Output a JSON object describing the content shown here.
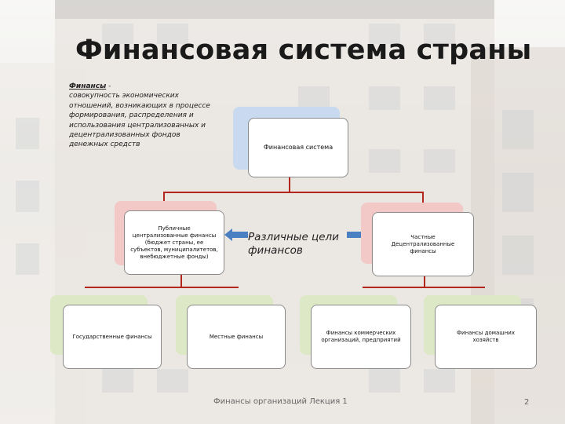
{
  "slide": {
    "title": "Финансовая система страны",
    "definition": {
      "term": "Финансы",
      "dash": " -",
      "text": "совокупность экономических отношений, возникающих в процессе формирования, распределения и использования централизованных и децентрализованных фондов денежных средств"
    },
    "nodes": {
      "root": "Финансовая система",
      "public": "Публичные централизованные финансы (бюджет страны, ее субъектов, муниципалитетов, внебюджетные фонды)",
      "goals": "Различные цели финансов",
      "private": "Частные Децентрализованные финансы",
      "state": "Государственные финансы",
      "local": "Местные финансы",
      "commercial": "Финансы коммерческих организаций, предприятий",
      "household": "Финансы домашних хозяйств"
    },
    "footer": "Финансы организаций Лекция 1",
    "page_number": "2"
  },
  "colors": {
    "connector": "#b3261e",
    "root_shadow": "#c9d9f0",
    "middle_shadow": "#f2c9c6",
    "bottom_shadow": "#dde9c6",
    "arrow": "#4a7fc1"
  }
}
